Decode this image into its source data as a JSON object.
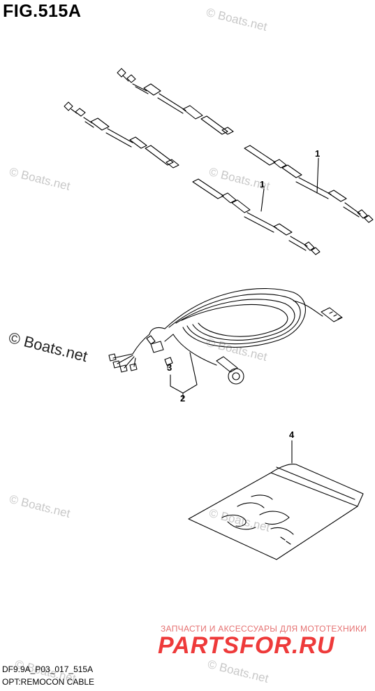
{
  "figure": {
    "title": "FIG.515A",
    "code": "DF9.9A_P03_017_515A",
    "caption": "OPT:REMOCON CABLE"
  },
  "watermark": {
    "small": "© Boats.net",
    "large": "© Boats.net"
  },
  "callouts": {
    "cable_a": "1",
    "cable_b": "1",
    "harness": "2",
    "fuse": "3",
    "bag": "4"
  },
  "brand": {
    "tagline": "ЗАПЧАСТИ И АКСЕССУАРЫ ДЛЯ МОТОТЕХНИКИ",
    "logo": "PARTSFOR.RU"
  }
}
